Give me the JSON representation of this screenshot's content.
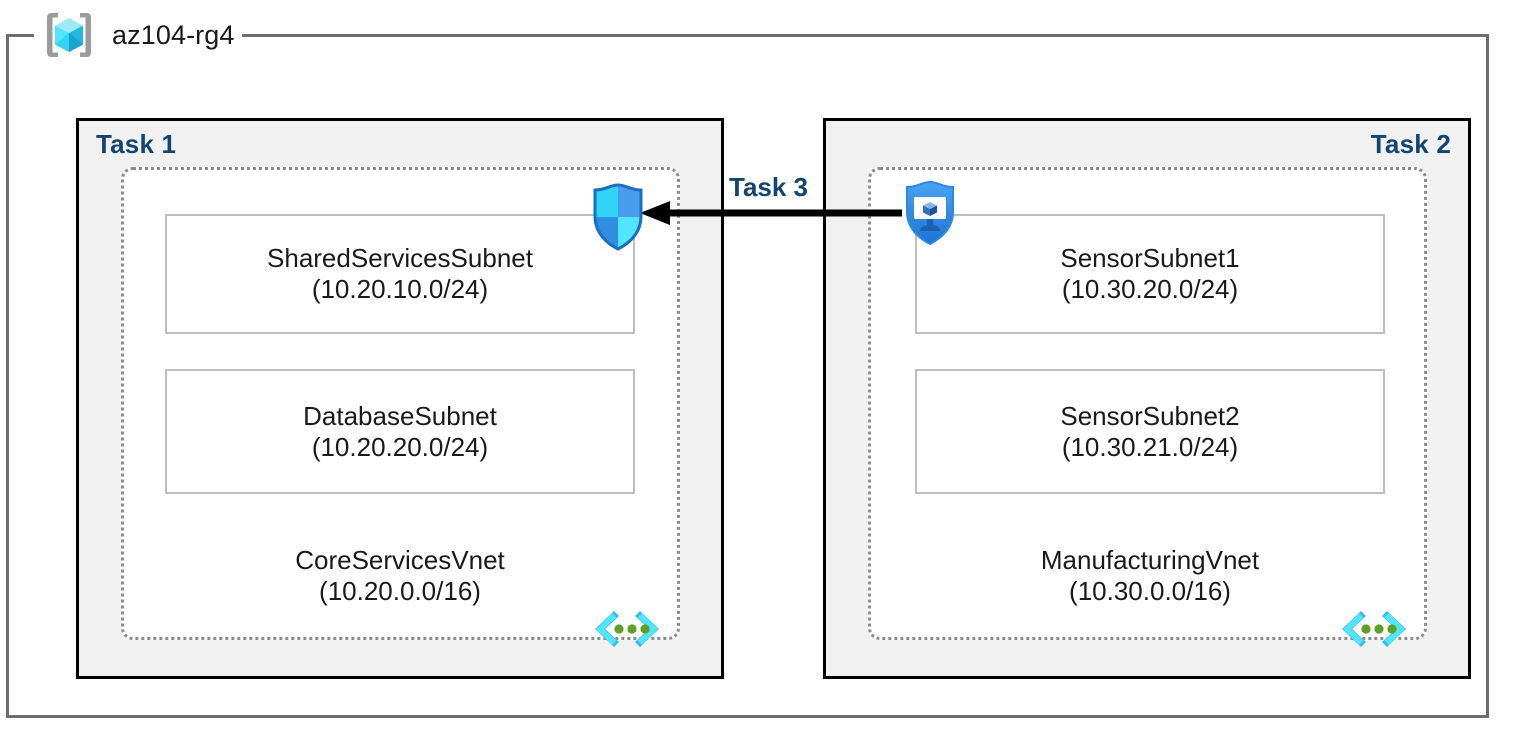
{
  "resource_group": {
    "name": "az104-rg4",
    "icon": "resource-group-cube-icon"
  },
  "tasks": [
    {
      "id": "task1",
      "label": "Task 1",
      "align": "left"
    },
    {
      "id": "task2",
      "label": "Task 2",
      "align": "right"
    },
    {
      "id": "task3",
      "label": "Task 3",
      "align": "center"
    }
  ],
  "vnets": [
    {
      "id": "vnet1",
      "name": "CoreServicesVnet",
      "cidr": "(10.20.0.0/16)",
      "icon": "vnet-icon",
      "subnets": [
        {
          "name": "SharedServicesSubnet",
          "cidr": "(10.20.10.0/24)"
        },
        {
          "name": "DatabaseSubnet",
          "cidr": "(10.20.20.0/24)"
        }
      ]
    },
    {
      "id": "vnet2",
      "name": "ManufacturingVnet",
      "cidr": "(10.30.0.0/16)",
      "icon": "vnet-icon",
      "subnets": [
        {
          "name": "SensorSubnet1",
          "cidr": "(10.30.20.0/24)"
        },
        {
          "name": "SensorSubnet2",
          "cidr": "(10.30.21.0/24)"
        }
      ]
    }
  ],
  "connection": {
    "label": "Task 3",
    "direction": "right-to-left",
    "source_icon": "network-watcher-shield-monitor-icon",
    "target_icon": "firewall-shield-icon",
    "arrow_color": "#000000"
  },
  "colors": {
    "task_label": "#12456f",
    "task_border": "#000000",
    "task_fill": "#f1f1f1",
    "vnet_border": "#8c8c8c",
    "subnet_border": "#bfbfbf",
    "rg_border": "#6e6e6e",
    "accent_cyan": "#32d4f5",
    "accent_blue": "#2f8ee0",
    "vnet_glyph_green": "#5ea021"
  }
}
